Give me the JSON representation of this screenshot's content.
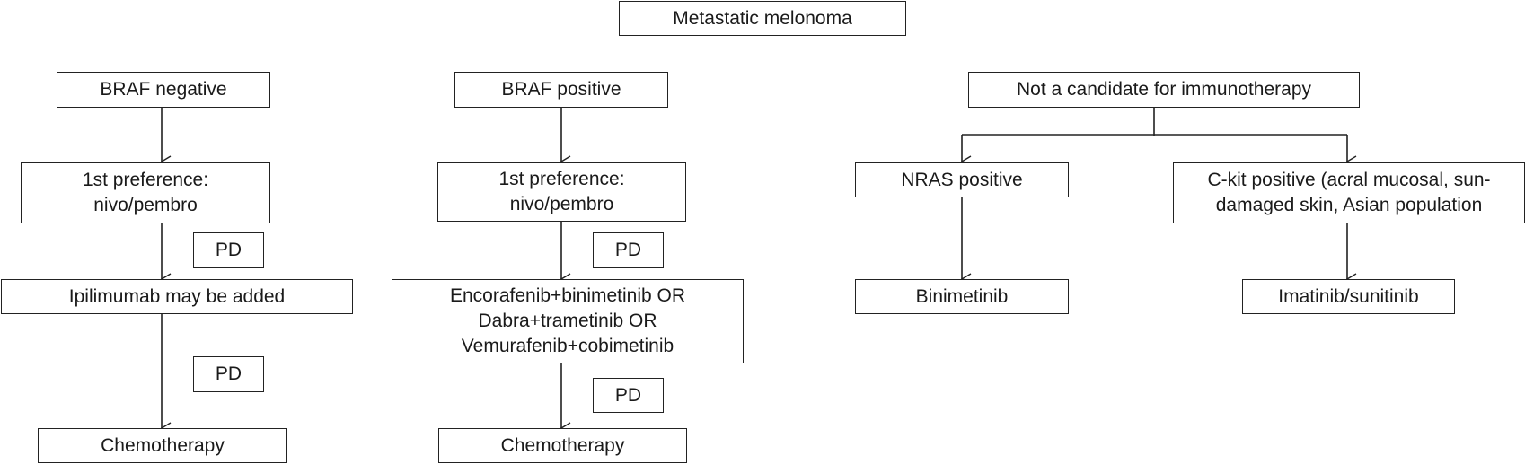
{
  "root": "Metastatic melonoma",
  "braf_negative": {
    "title": "BRAF negative",
    "first_line": "1st preference:\nnivo/pembro",
    "pd_1": "PD",
    "second_line": "Ipilimumab may be added",
    "pd_2": "PD",
    "third_line": "Chemotherapy"
  },
  "braf_positive": {
    "title": "BRAF positive",
    "first_line": "1st preference:\nnivo/pembro",
    "pd_1": "PD",
    "second_line": "Encorafenib+binimetinib OR\nDabra+trametinib OR\nVemurafenib+cobimetinib",
    "pd_2": "PD",
    "third_line": "Chemotherapy"
  },
  "not_candidate": {
    "title": "Not a candidate for immunotherapy",
    "nras": "NRAS positive",
    "nras_treatment": "Binimetinib",
    "ckit": "C-kit positive (acral mucosal, sun-\ndamaged skin, Asian population",
    "ckit_treatment": "Imatinib/sunitinib"
  },
  "colors": {
    "line": "#222222",
    "text": "#1a1a1a",
    "background": "#ffffff"
  }
}
